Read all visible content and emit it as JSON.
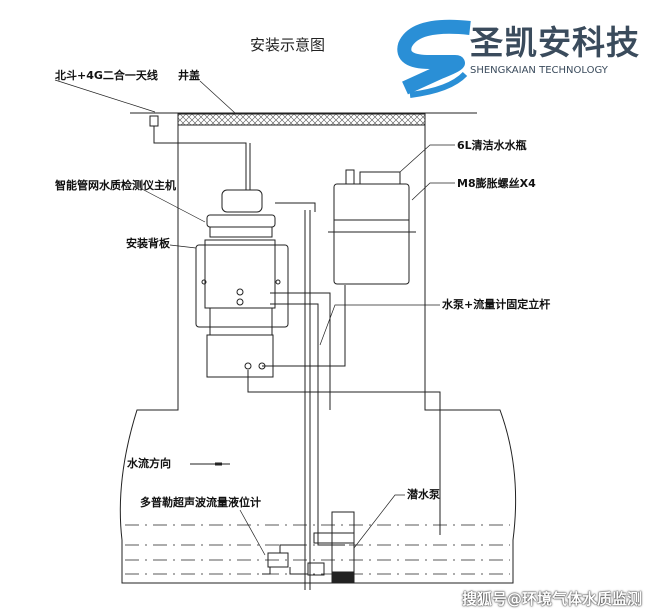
{
  "title": "安装示意图",
  "brand": {
    "name_cn": "圣凯安科技",
    "name_en": "SHENGKAIAN TECHNOLOGY",
    "color": "#2a8fd6"
  },
  "labels": {
    "antenna": "北斗+4G二合一天线",
    "cover": "井盖",
    "host": "智能管网水质检测仪主机",
    "backplate": "安装背板",
    "bottle": "6L清洁水水瓶",
    "bolts": "M8膨胀螺丝X4",
    "pole": "水泵+流量计固定立杆",
    "flow_dir": "水流方向",
    "flowmeter": "多普勒超声波流量液位计",
    "pump": "潜水泵"
  },
  "watermark": "搜狐号@环境气体水质监测"
}
